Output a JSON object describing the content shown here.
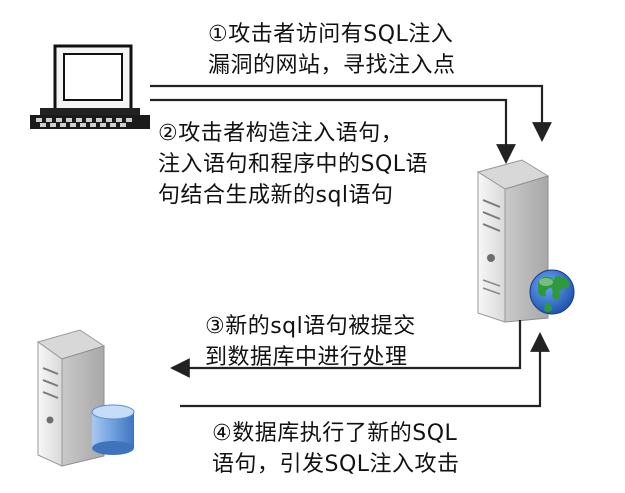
{
  "steps": [
    {
      "lines": [
        "①攻击者访问有SQL注入",
        "漏洞的网站，寻找注入点"
      ]
    },
    {
      "lines": [
        "②攻击者构造注入语句，",
        "注入语句和程序中的SQL语",
        "句结合生成新的sql语句"
      ]
    },
    {
      "lines": [
        "③新的sql语句被提交",
        "到数据库中进行处理"
      ]
    },
    {
      "lines": [
        "④数据库执行了新的SQL",
        "语句，引发SQL注入攻击"
      ]
    }
  ],
  "colors": {
    "arrow": "#222222",
    "server_body": "#e9e9e9",
    "server_shadow": "#b9b9b9",
    "globe_ocean": "#2b67c9",
    "globe_land": "#2f9a3a",
    "database": "#6fa0de"
  },
  "icons": [
    "attacker-computer-icon",
    "web-server-icon",
    "globe-icon",
    "database-server-icon",
    "database-cylinder-icon"
  ]
}
